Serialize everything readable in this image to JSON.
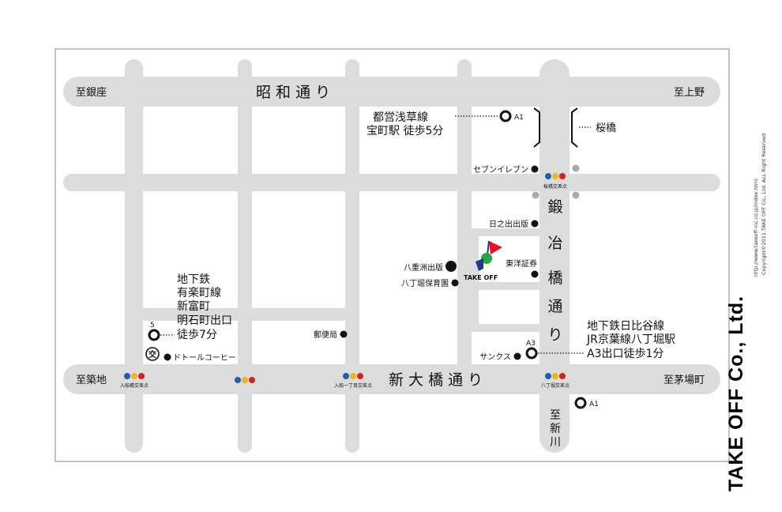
{
  "colors": {
    "road": "#dcdcdc",
    "frame": "#9a9a9a",
    "text": "#111111",
    "signal_blue": "#1e5fb0",
    "signal_yellow": "#f2b21a",
    "signal_red": "#d6201e",
    "flag_red": "#e3141d",
    "flag_green": "#2aa846",
    "flag_blue": "#1b3b8c"
  },
  "roads": {
    "showa_dori": "昭 和 通 り",
    "shin_ohashi_dori": "新 大 橋 通 り",
    "kajibashi_dori": [
      "鍛",
      "冶",
      "橋",
      "通",
      "り"
    ]
  },
  "directions": {
    "ginza": "至銀座",
    "ueno": "至上野",
    "tsukiji": "至築地",
    "kayabacho": "至茅場町",
    "shinkawa": [
      "至",
      "新",
      "川"
    ]
  },
  "stations": {
    "asakusa_line": [
      "都営浅草線",
      "宝町駅 徒歩5分"
    ],
    "hibiya_line": [
      "地下鉄日比谷線",
      "JR京葉線八丁堀駅",
      "A3出口徒歩1分"
    ],
    "yurakucho_line": [
      "地下鉄",
      "有楽町線",
      "新富町",
      "明石町出口",
      "徒歩7分"
    ],
    "exit_a1_top": "A1",
    "exit_a1_bottom": "A1",
    "exit_a3": "A3",
    "exit_5": "5",
    "sakurabashi": "桜橋"
  },
  "landmarks": {
    "seven_eleven": "セブンイレブン",
    "nichinode": "日之出出版",
    "toyo_securities": "東洋証券",
    "yaesu_publishing": "八重洲出版",
    "nursery": "八丁堀保育園",
    "post_office": "郵便局",
    "sunkus": "サンクス",
    "doutor": "ドトールコーヒー",
    "police_box": "交",
    "company_logo": "TAKE OFF"
  },
  "intersections": {
    "sakurabashi": "桜橋交差点",
    "irifunebashi": "入船橋交差点",
    "irifune_itchome": "入船一丁目交差点",
    "hatchobori": "八丁堀交差点"
  },
  "footer": {
    "company": "TAKE OFF Co., Ltd.",
    "copyright": "Copyright©2011 TAKE OFF Co., Ltd. ALL Right Reserved",
    "url": "http://www.takeoff-inc.co.jp/index.html"
  }
}
